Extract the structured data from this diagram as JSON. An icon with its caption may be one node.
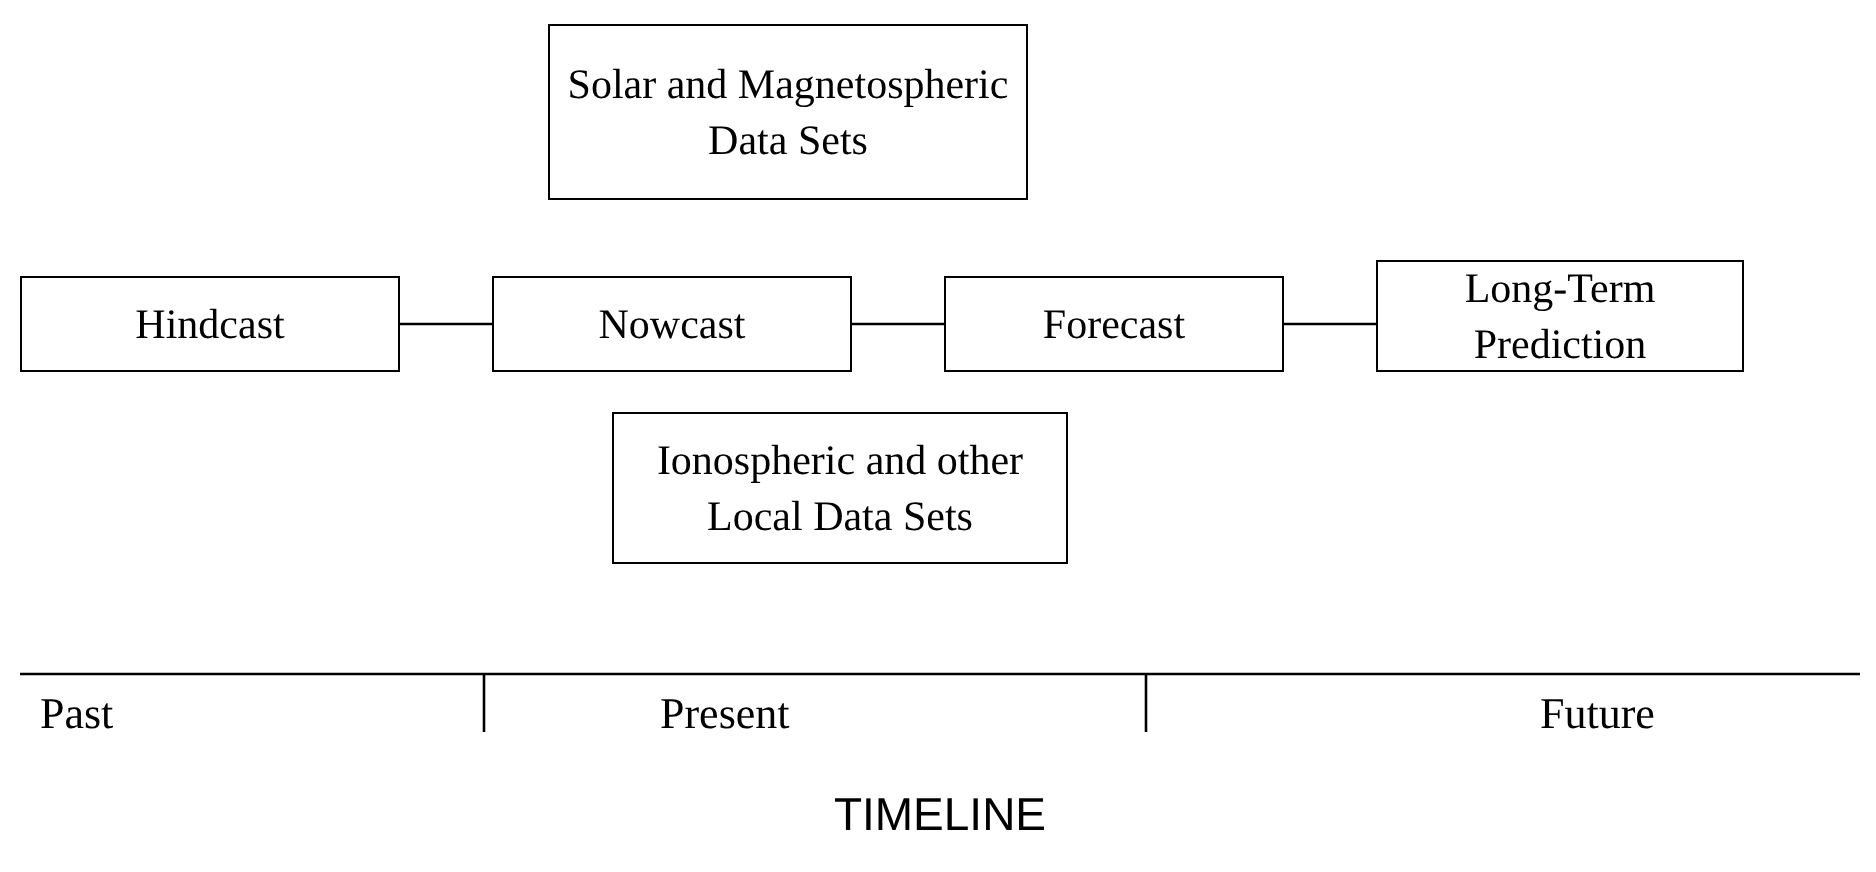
{
  "diagram": {
    "nodes": [
      {
        "text": [
          "Solar and Magnetospheric Data Sets"
        ]
      },
      {
        "text": [
          "Hindcast"
        ]
      },
      {
        "text": [
          "Nowcast"
        ]
      },
      {
        "text": [
          "Forecast"
        ]
      },
      {
        "text": [
          "Long-Term Prediction"
        ]
      },
      {
        "text": [
          "Ionospheric and other Local Data Sets"
        ]
      }
    ],
    "edges": [
      {
        "from": 1,
        "to": 2,
        "arrow": "none"
      },
      {
        "from": 2,
        "to": 3,
        "arrow": "none"
      },
      {
        "from": 3,
        "to": 4,
        "arrow": "none"
      }
    ],
    "labels": [
      "Past",
      "Present",
      "Future",
      "TIMELINE"
    ]
  }
}
